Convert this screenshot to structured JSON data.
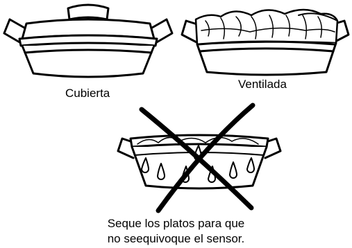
{
  "labels": {
    "covered": "Cubierta",
    "vented": "Ventilada"
  },
  "caption": {
    "line1": "Seque los platos para que",
    "line2": "no seequivoque el sensor."
  }
}
